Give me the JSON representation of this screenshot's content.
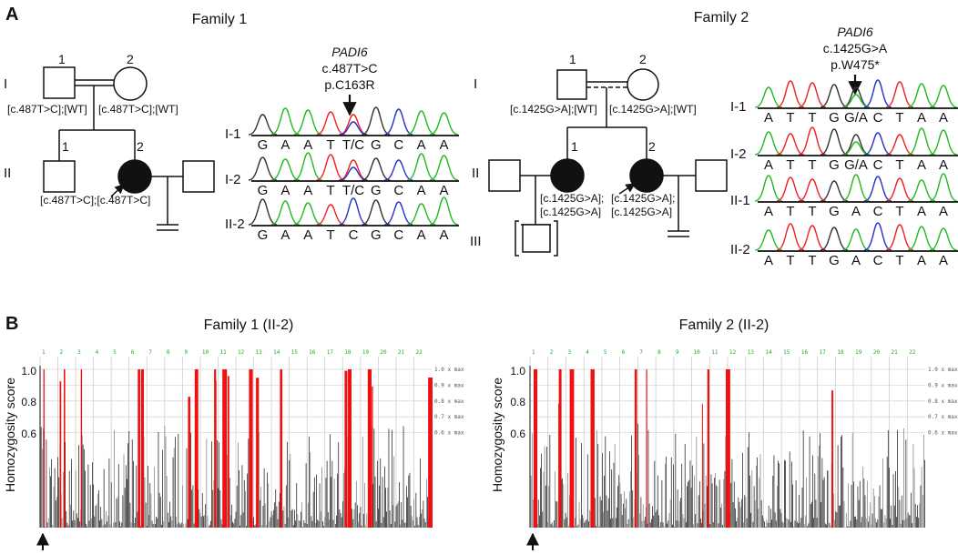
{
  "panelA": {
    "label": "A",
    "family1": {
      "title": "Family 1",
      "gen_I": "I",
      "gen_II": "II",
      "num_I1": "1",
      "num_I2": "2",
      "num_II1": "1",
      "num_II2": "2",
      "geno_I1": "[c.487T>C];[WT]",
      "geno_I2": "[c.487T>C];[WT]",
      "geno_II2": "[c.487T>C];[c.487T>C]",
      "gene": "PADI6",
      "cdna": "c.487T>C",
      "protein": "p.C163R",
      "tracks": [
        {
          "label": "I-1",
          "bases": [
            "G",
            "A",
            "A",
            "T",
            "T/C",
            "G",
            "C",
            "A",
            "A"
          ]
        },
        {
          "label": "I-2",
          "bases": [
            "G",
            "A",
            "A",
            "T",
            "T/C",
            "G",
            "C",
            "A",
            "A"
          ]
        },
        {
          "label": "II-2",
          "bases": [
            "G",
            "A",
            "A",
            "T",
            "C",
            "G",
            "C",
            "A",
            "A"
          ]
        }
      ]
    },
    "family2": {
      "title": "Family 2",
      "gen_I": "I",
      "gen_II": "II",
      "gen_III": "III",
      "num_I1": "1",
      "num_I2": "2",
      "num_II1": "1",
      "num_II2": "2",
      "geno_I1": "[c.1425G>A];[WT]",
      "geno_I2": "[c.1425G>A];[WT]",
      "geno_II1_a": "[c.1425G>A];",
      "geno_II1_b": "[c.1425G>A]",
      "geno_II2_a": "[c.1425G>A];",
      "geno_II2_b": "[c.1425G>A]",
      "gene": "PADI6",
      "cdna": "c.1425G>A",
      "protein": "p.W475*",
      "tracks": [
        {
          "label": "I-1",
          "bases": [
            "A",
            "T",
            "T",
            "G",
            "G/A",
            "C",
            "T",
            "A",
            "A"
          ]
        },
        {
          "label": "I-2",
          "bases": [
            "A",
            "T",
            "T",
            "G",
            "G/A",
            "C",
            "T",
            "A",
            "A"
          ]
        },
        {
          "label": "II-1",
          "bases": [
            "A",
            "T",
            "T",
            "G",
            "A",
            "C",
            "T",
            "A",
            "A"
          ]
        },
        {
          "label": "II-2",
          "bases": [
            "A",
            "T",
            "T",
            "G",
            "A",
            "C",
            "T",
            "A",
            "A"
          ]
        }
      ]
    }
  },
  "panelB": {
    "label": "B",
    "colors": {
      "bars": "#111111",
      "highlight": "#ee1111",
      "chromosome_labels": "#22aa22"
    },
    "chart_data": [
      {
        "type": "bar",
        "title": "Family 1 (II-2)",
        "ylabel": "Homozygosity score",
        "yticks": [
          "1.0",
          "0.8",
          "0.6"
        ],
        "ylim": [
          0,
          1.0
        ],
        "chromosomes": [
          "1",
          "2",
          "3",
          "4",
          "5",
          "6",
          "7",
          "8",
          "9",
          "10",
          "11",
          "12",
          "13",
          "14",
          "15",
          "16",
          "17",
          "18",
          "19",
          "20",
          "21",
          "22"
        ],
        "ref_labels": [
          "1.0 x max",
          "0.9 x max",
          "0.8 x max",
          "0.7 x max",
          "0.6 x max"
        ],
        "highlighted_regions_chromosomes": [
          "1",
          "2",
          "3",
          "6",
          "9",
          "10",
          "11",
          "12",
          "13",
          "14",
          "18",
          "19",
          "22"
        ]
      },
      {
        "type": "bar",
        "title": "Family 2 (II-2)",
        "ylabel": "Homozygosity score",
        "yticks": [
          "1.0",
          "0.8",
          "0.6"
        ],
        "ylim": [
          0,
          1.0
        ],
        "chromosomes": [
          "1",
          "2",
          "3",
          "4",
          "5",
          "6",
          "7",
          "8",
          "9",
          "10",
          "11",
          "12",
          "13",
          "14",
          "15",
          "16",
          "17",
          "18",
          "19",
          "20",
          "21",
          "22"
        ],
        "ref_labels": [
          "1.0 x max",
          "0.9 x max",
          "0.8 x max",
          "0.7 x max",
          "0.6 x max"
        ],
        "highlighted_regions_chromosomes": [
          "1",
          "2",
          "3",
          "4",
          "6",
          "7",
          "10",
          "11",
          "17"
        ]
      }
    ]
  }
}
